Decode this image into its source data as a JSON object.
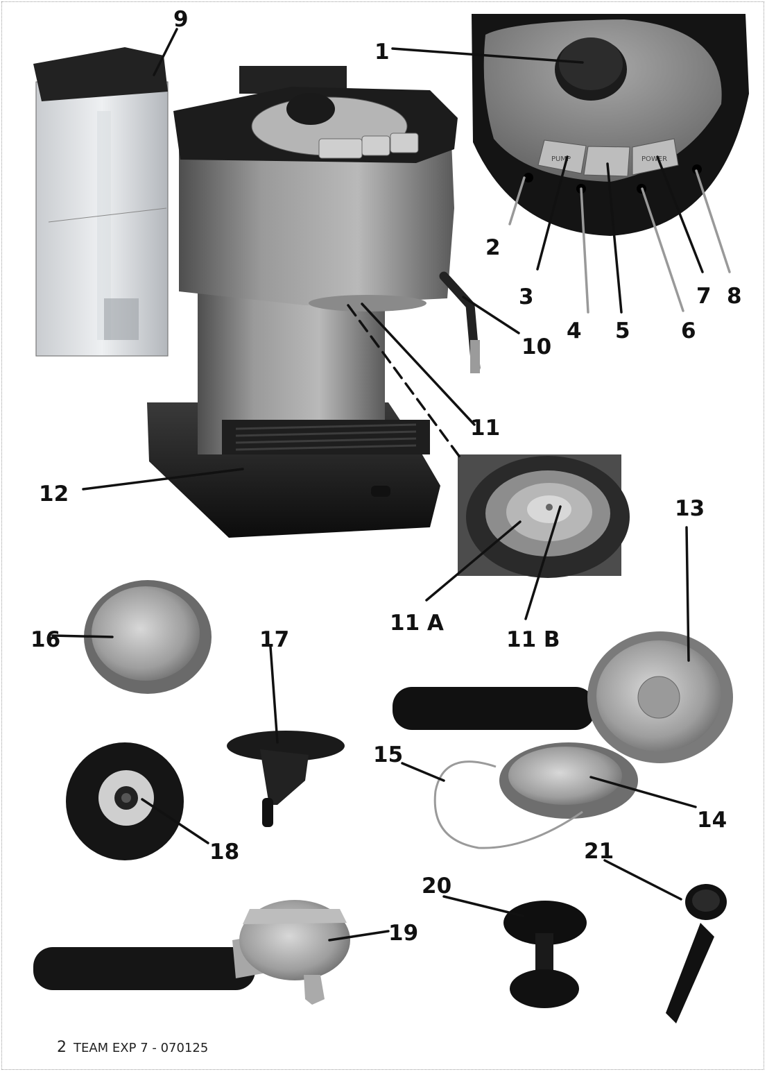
{
  "callouts": [
    "1",
    "2",
    "3",
    "4",
    "5",
    "6",
    "7",
    "8",
    "9",
    "10",
    "11",
    "11 A",
    "11 B",
    "12",
    "13",
    "14",
    "15",
    "16",
    "17",
    "18",
    "19",
    "20",
    "21"
  ],
  "panel_labels": {
    "pump": "PUMP",
    "power": "POWER"
  },
  "footer": {
    "page_number": "2",
    "doc_ref": "TEAM EXP 7 - 070125"
  }
}
